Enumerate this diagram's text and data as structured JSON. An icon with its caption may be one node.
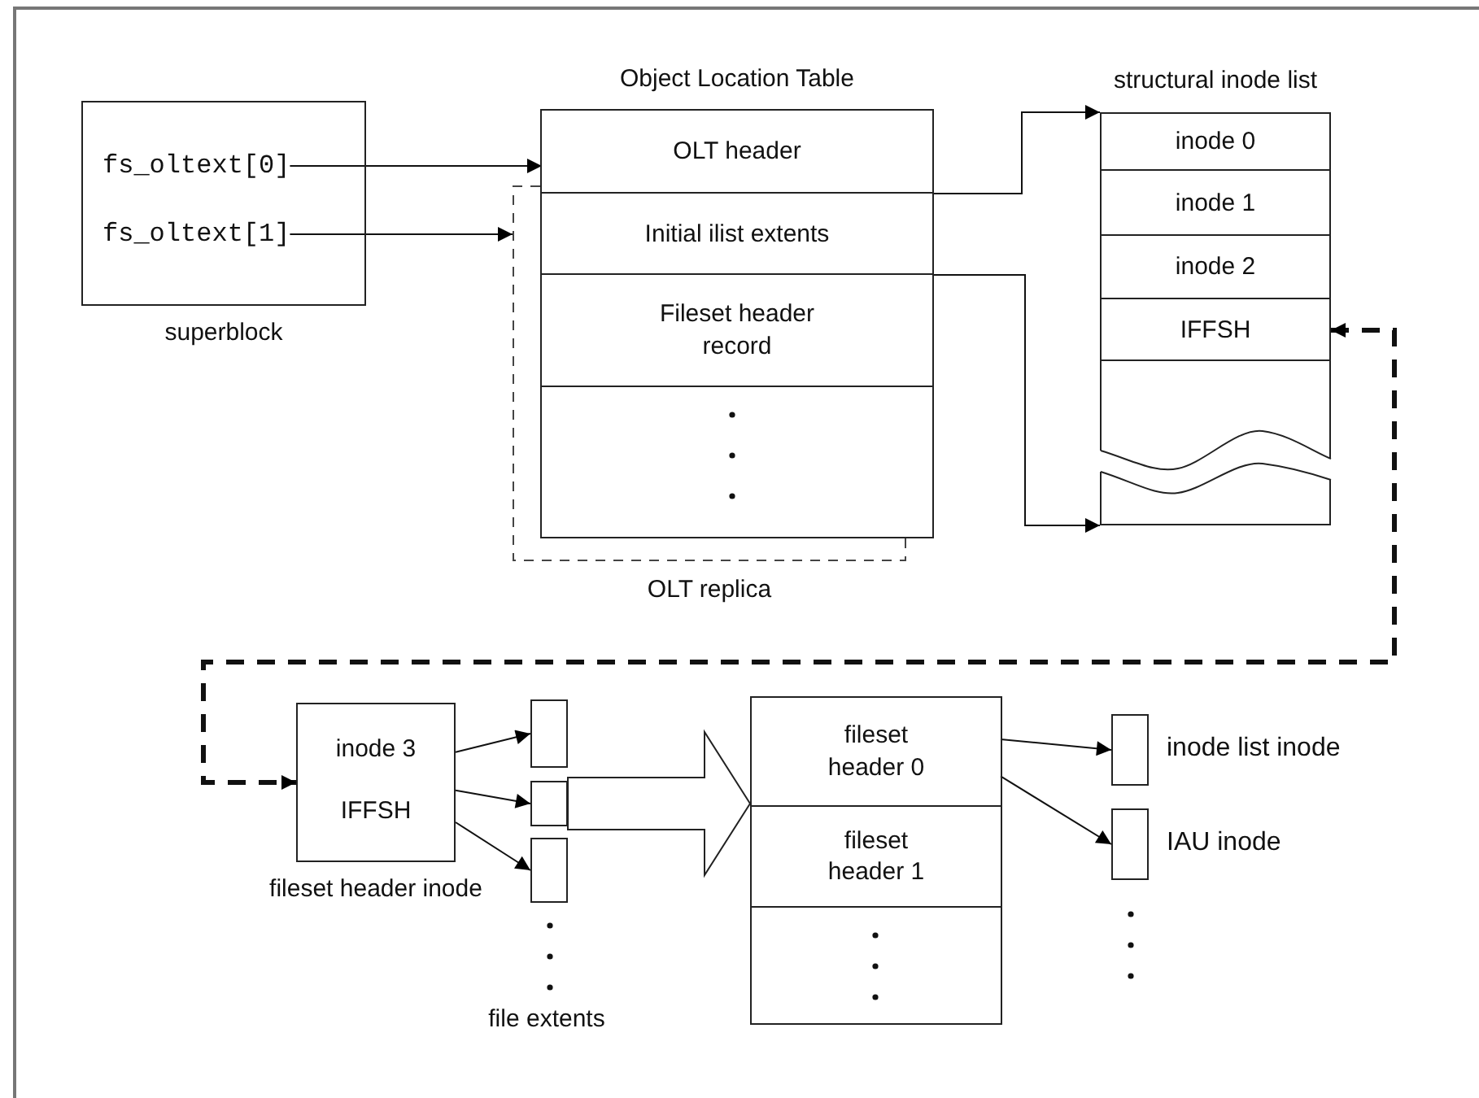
{
  "diagram": {
    "nodes": [
      {
        "text": [
          "superblock"
        ]
      },
      {
        "text": [
          "fs_oltext[0]"
        ],
        "in": 0
      },
      {
        "text": [
          "fs_oltext[1]"
        ],
        "in": 0
      },
      {
        "text": [
          "OLT replica"
        ]
      },
      {
        "text": [
          "Object Location Table"
        ]
      },
      {
        "text": [
          "OLT header"
        ],
        "in": 4
      },
      {
        "text": [
          "Initial ilist extents"
        ],
        "in": 4
      },
      {
        "text": [
          "Fileset header record"
        ],
        "in": 4
      },
      {
        "text": [
          "structural inode list"
        ]
      },
      {
        "text": [
          "inode 0"
        ],
        "in": 8
      },
      {
        "text": [
          "inode 1"
        ],
        "in": 8
      },
      {
        "text": [
          "inode 2"
        ],
        "in": 8
      },
      {
        "text": [
          "IFFSH"
        ],
        "in": 8
      },
      {
        "text": [
          "inode 3",
          "IFFSH",
          "fileset header inode"
        ]
      },
      {
        "text": [],
        "shape": "box"
      },
      {
        "text": [],
        "shape": "box"
      },
      {
        "text": [],
        "shape": "box"
      },
      {
        "text": [],
        "shape": "box"
      },
      {
        "text": [
          "fileset header 0"
        ],
        "in": 17
      },
      {
        "text": [
          "fileset header 1"
        ],
        "in": 17
      },
      {
        "text": [],
        "shape": "box",
        "beside": [
          "inode list inode"
        ]
      },
      {
        "text": [],
        "shape": "box",
        "beside": [
          "IAU inode"
        ]
      }
    ],
    "edges": [
      {
        "from": 1,
        "to": 5,
        "arrow": "to"
      },
      {
        "from": 2,
        "to": 3,
        "arrow": "to"
      },
      {
        "from": 5,
        "to": 8,
        "arrow": "to"
      },
      {
        "from": 6,
        "to": 8,
        "arrow": "to"
      },
      {
        "from": 12,
        "to": 13,
        "arrow": "both",
        "style": "dashed"
      },
      {
        "from": 13,
        "to": 14,
        "arrow": "to"
      },
      {
        "from": 13,
        "to": 15,
        "arrow": "to"
      },
      {
        "from": 13,
        "to": 16,
        "arrow": "to"
      },
      {
        "from": 15,
        "to": 17,
        "arrow": "to",
        "style": "thick"
      },
      {
        "from": 18,
        "to": 20,
        "arrow": "to"
      },
      {
        "from": 18,
        "to": 21,
        "arrow": "to"
      }
    ],
    "labels": [
      "file extents"
    ]
  }
}
